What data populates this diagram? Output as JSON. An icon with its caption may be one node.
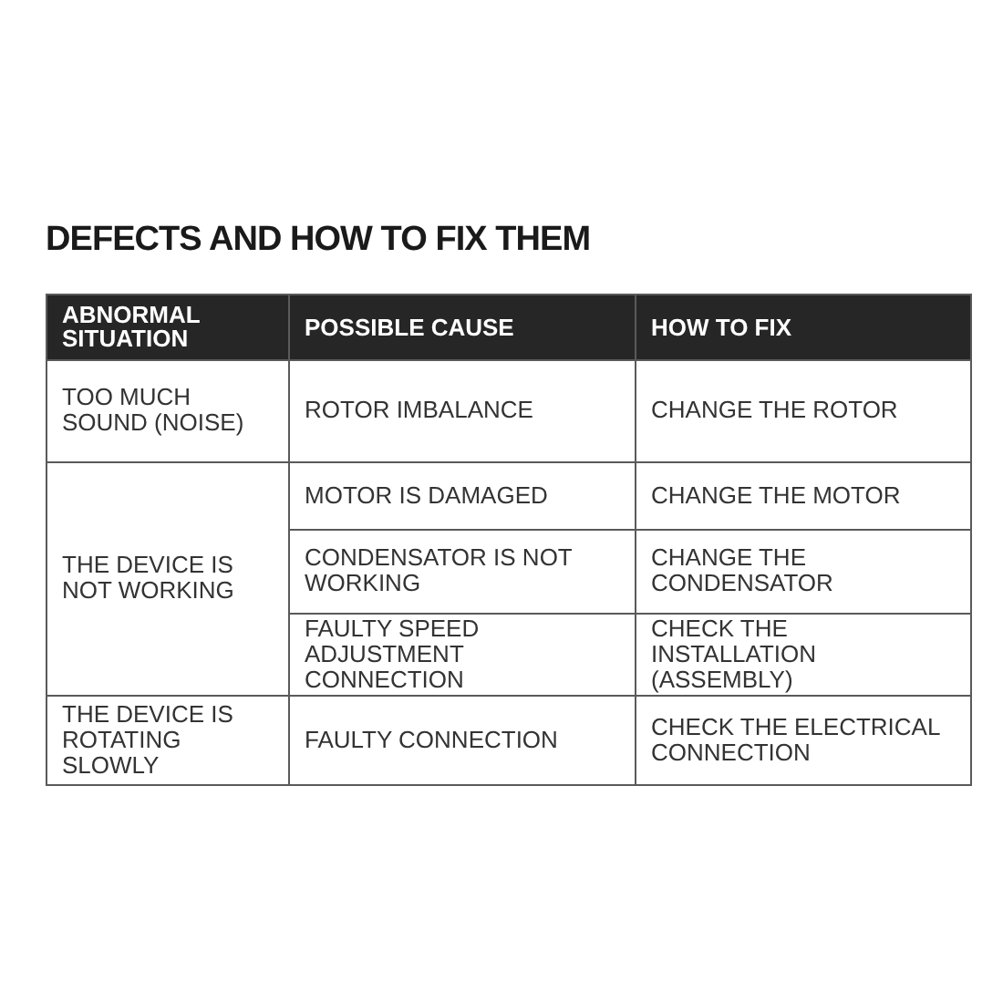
{
  "diagram": {
    "title": "DEFECTS AND HOW TO FIX THEM",
    "labels": [
      "ABNORMAL SITUATION",
      "POSSIBLE CAUSE",
      "HOW TO FIX",
      "TOO MUCH SOUND (NOISE)",
      "ROTOR IMBALANCE",
      "CHANGE THE ROTOR",
      "THE DEVICE IS NOT WORKING",
      "MOTOR IS DAMAGED",
      "CHANGE THE MOTOR",
      "CONDENSATOR IS NOT WORKING",
      "CHANGE THE CONDENSATOR",
      "FAULTY SPEED ADJUSTMENT CONNECTION",
      "CHECK THE INSTALLATION (ASSEMBLY)",
      "THE DEVICE IS ROTATING SLOWLY",
      "FAULTY CONNECTION",
      "CHECK THE ELECTRICAL CONNECTION"
    ]
  }
}
